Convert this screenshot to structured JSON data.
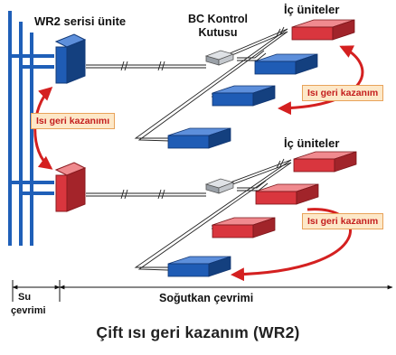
{
  "labels": {
    "wr2_unit": "WR2 serisi ünite",
    "bc_box_line1": "BC Kontrol",
    "bc_box_line2": "Kutusu",
    "indoor_units_top": "İç üniteler",
    "indoor_units_bottom": "İç üniteler",
    "heat_recovery_left": "Isı geri kazanımı",
    "heat_recovery_top_right": "Isı geri kazanım",
    "heat_recovery_bottom_right": "Isı geri kazanım",
    "water_cycle_line1": "Su",
    "water_cycle_line2": "çevrimi",
    "refrigerant_cycle": "Soğutkan çevrimi"
  },
  "caption": "Çift ısı geri kazanım (WR2)",
  "colors": {
    "pipe_blue": "#1f5fb8",
    "unit_blue": "#1f5cb5",
    "unit_red": "#d9363e",
    "arrow_red": "#d42020",
    "tag_fill": "#fde8c8",
    "tag_border": "#e8a35a",
    "box_gray": "#b8bcc2"
  }
}
